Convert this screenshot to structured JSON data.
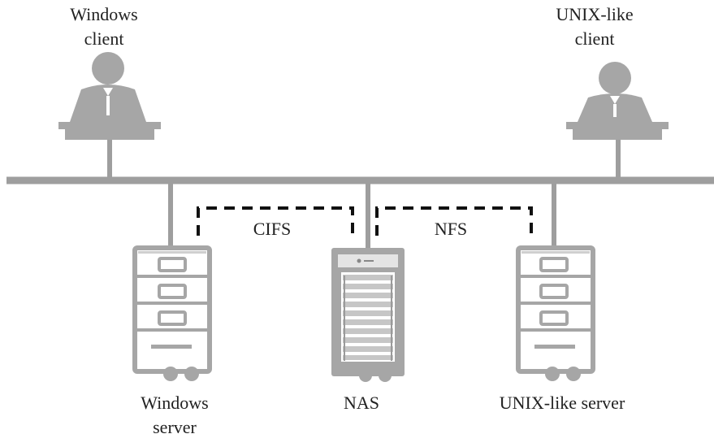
{
  "labels": {
    "windows_client": [
      "Windows",
      "client"
    ],
    "unix_client": [
      "UNIX-like",
      "client"
    ],
    "cifs": "CIFS",
    "nfs": "NFS",
    "windows_server": [
      "Windows",
      "server"
    ],
    "nas": "NAS",
    "unix_server": "UNIX-like server"
  },
  "colors": {
    "device": "#a6a6a6",
    "device_dark": "#8c8c8c",
    "bus": "#9e9e9e",
    "dashed": "#111111",
    "text": "#222222"
  }
}
